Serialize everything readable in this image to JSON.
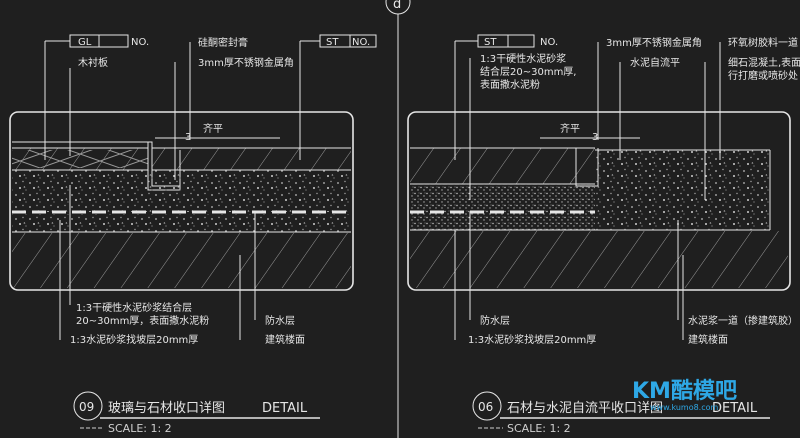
{
  "left_detail": {
    "tag_gl": "GL",
    "tag_no_1": "NO.",
    "tag_st": "ST",
    "tag_no_2": "NO.",
    "label_wood_base": "木衬板",
    "label_silicone": "硅酮密封膏",
    "label_steel_angle": "3mm厚不锈钢金属角",
    "label_flush": "齐平",
    "dim_3": "3",
    "label_mortar_line1": "1:3干硬性水泥砂浆结合层",
    "label_mortar_line2": "20~30mm厚，表面撒水泥粉",
    "label_slope": "1:3水泥砂浆找坡层20mm厚",
    "label_waterproof": "防水层",
    "label_floor": "建筑楼面",
    "number": "09",
    "title": "玻璃与石材收口详图",
    "title_en": "DETAIL",
    "scale": "SCALE: 1: 2"
  },
  "right_detail": {
    "tag_st": "ST",
    "tag_no": "NO.",
    "label_mortar_line1": "1:3干硬性水泥砂浆",
    "label_mortar_line2": "结合层20~30mm厚,",
    "label_mortar_line3": "表面撒水泥粉",
    "label_steel_angle": "3mm厚不锈钢金属角",
    "label_self_level": "水泥自流平",
    "label_epoxy": "环氧树胶料一道",
    "label_concrete_line1": "细石混凝土,表面",
    "label_concrete_line2": "行打磨或喷砂处",
    "label_flush": "齐平",
    "dim_3": "3",
    "label_waterproof": "防水层",
    "label_slope": "1:3水泥砂浆找坡层20mm厚",
    "label_cement_paste": "水泥浆一道（掺建筑胶）",
    "label_floor": "建筑楼面",
    "number": "06",
    "title": "石材与水泥自流平收口详图",
    "title_en": "DETAIL",
    "scale": "SCALE: 1: 2"
  },
  "top_marker": "d",
  "watermark_text": "KM酷模吧",
  "watermark_url": "www.kumo8.com",
  "colors": {
    "background": "#1f1f1f",
    "line": "#e6e6e6",
    "hatch": "#b8b8b8",
    "accent": "#9a9a9a",
    "watermark": "#2ea8e6"
  }
}
